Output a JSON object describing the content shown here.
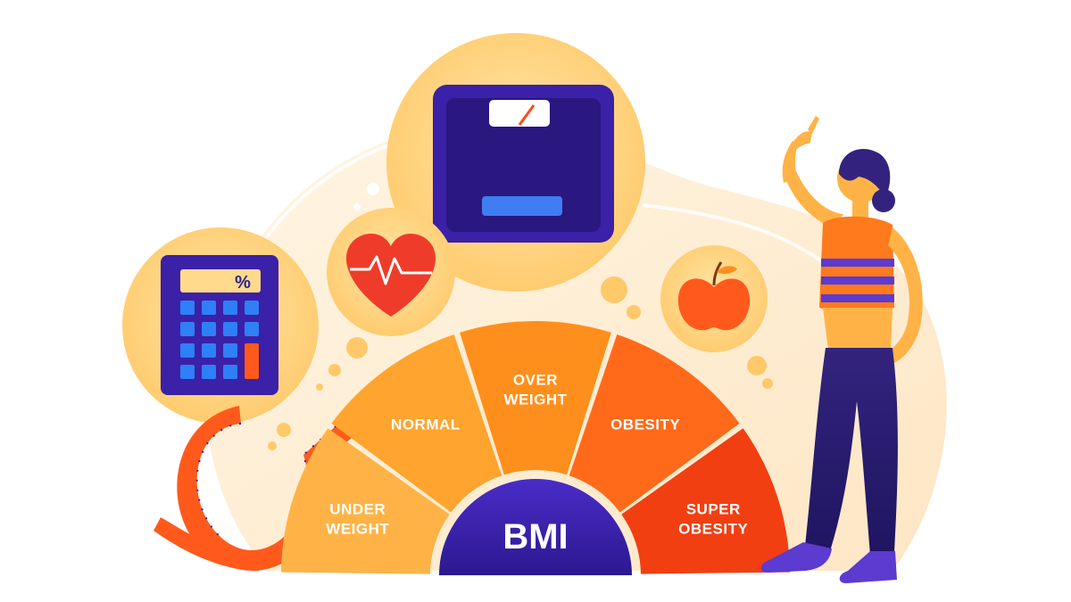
{
  "gauge": {
    "center_label": "BMI",
    "segments": [
      {
        "line1": "UNDER",
        "line2": "WEIGHT",
        "color": "#ffb347"
      },
      {
        "line1": "NORMAL",
        "line2": "",
        "color": "#ffa42e"
      },
      {
        "line1": "OVER",
        "line2": "WEIGHT",
        "color": "#ff8f1c"
      },
      {
        "line1": "OBESITY",
        "line2": "",
        "color": "#ff6a1a"
      },
      {
        "line1": "SUPER",
        "line2": "OBESITY",
        "color": "#f13f12"
      }
    ],
    "hub_color": "#3b20a8"
  },
  "calculator": {
    "percent_symbol": "%"
  },
  "icons": {
    "scale": "bathroom-scale-icon",
    "heart": "heartbeat-icon",
    "apple": "apple-icon",
    "calculator": "calculator-icon",
    "tape": "measuring-tape-icon"
  },
  "colors": {
    "accent_purple": "#3b20a8",
    "accent_orange": "#ff8f1c",
    "bubble_yellow": "#ffd98c",
    "background_blob": "#fff1dc"
  }
}
